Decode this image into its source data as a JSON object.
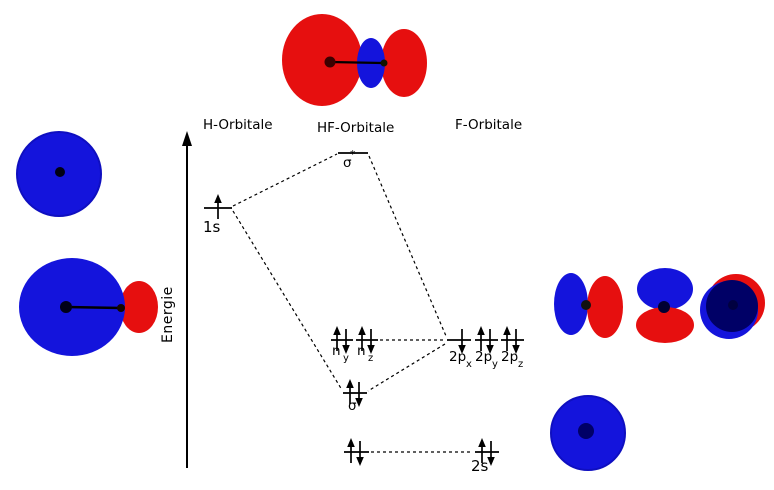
{
  "diagram_type": "molecular-orbital-energy-diagram",
  "molecule": "HF",
  "columns": {
    "h": "H-Orbitale",
    "hf": "HF-Orbitale",
    "f": "F-Orbitale"
  },
  "axis": {
    "label": "Energie",
    "direction": "up"
  },
  "levels": {
    "h_1s": {
      "label": "1s",
      "electrons": "one-up"
    },
    "sigma_star": {
      "base": "σ",
      "sup": "*",
      "electrons": "empty"
    },
    "n_y": {
      "base": "n",
      "sub": "y",
      "electrons": "pair"
    },
    "n_z": {
      "base": "n",
      "sub": "z",
      "electrons": "pair"
    },
    "sigma": {
      "label": "σ",
      "electrons": "pair"
    },
    "hf_2s": {
      "label": "",
      "electrons": "pair"
    },
    "f_2p_x": {
      "base": "2p",
      "sub": "x",
      "electrons": "one-down"
    },
    "f_2p_y": {
      "base": "2p",
      "sub": "y",
      "electrons": "pair"
    },
    "f_2p_z": {
      "base": "2p",
      "sub": "z",
      "electrons": "pair"
    },
    "f_2s": {
      "label": "2s",
      "electrons": "pair"
    }
  },
  "connections": [
    {
      "from": "h_1s",
      "to": "sigma_star",
      "style": "dashed"
    },
    {
      "from": "h_1s",
      "to": "sigma",
      "style": "dashed"
    },
    {
      "from": "sigma_star",
      "to": "f_2p_x",
      "style": "dashed"
    },
    {
      "from": "n_z",
      "to": "f_2p_x",
      "style": "dashed"
    },
    {
      "from": "f_2p_x",
      "to": "sigma",
      "style": "dashed"
    },
    {
      "from": "hf_2s",
      "to": "f_2s",
      "style": "dashed"
    }
  ],
  "orbital_images": [
    "h-1s-sphere-blue",
    "hf-sigma-bonding-lobes",
    "hf-sigma-star-antibonding-lobes",
    "f-2px-lobes",
    "f-2py-lobes",
    "f-2pz-lobes-head-on",
    "f-2s-sphere-blue"
  ],
  "colors": {
    "lobe_negative_blue": "#1414dc",
    "lobe_positive_red": "#e60f0f",
    "dark_navy": "#000066",
    "line_black": "#000000",
    "background": "#ffffff"
  }
}
